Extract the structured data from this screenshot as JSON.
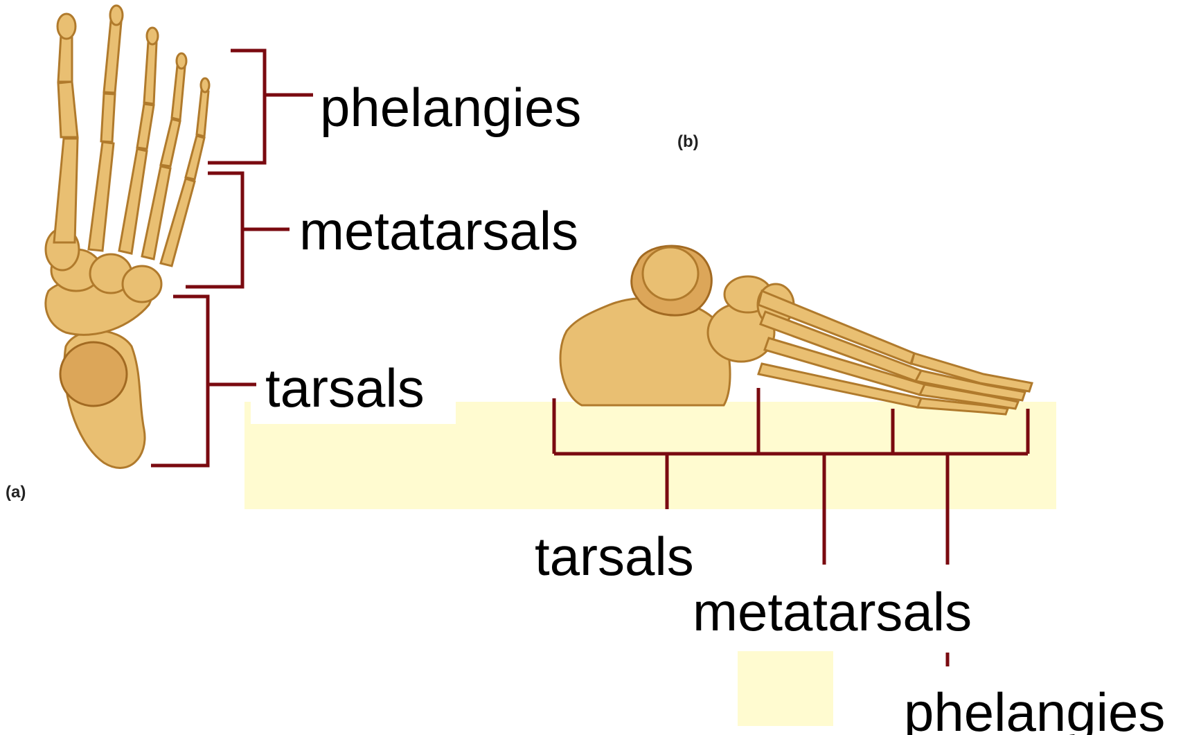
{
  "panels": {
    "a": "(a)",
    "b": "(b)"
  },
  "labels_a": {
    "phalanges": "phelangies",
    "metatarsals": "metatarsals",
    "tarsals": "tarsals"
  },
  "labels_b": {
    "tarsals": "tarsals",
    "metatarsals": "metatarsals",
    "phalanges": "phelangies"
  },
  "colors": {
    "bracket": "#7a0a10",
    "highlight": "#fffbd0",
    "bone": "#e9bf72",
    "bone_outline": "#b07a2c"
  }
}
